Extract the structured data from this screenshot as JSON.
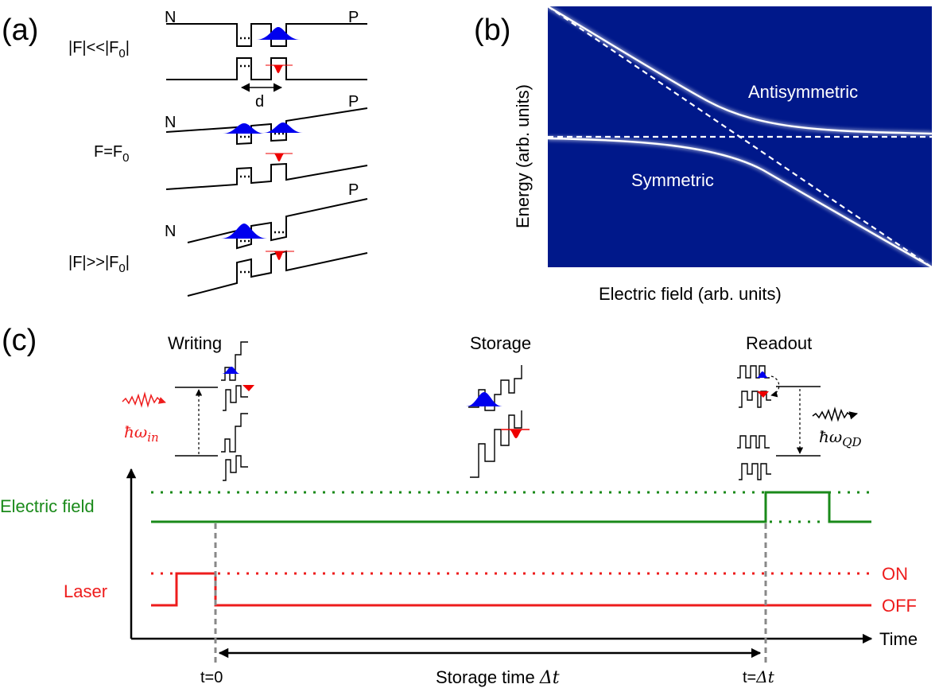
{
  "panels": {
    "a": {
      "label": "(a)",
      "n_label": "N",
      "p_label": "P",
      "d_label": "d",
      "cases": [
        {
          "text": "|F|<<|F",
          "sub": "0",
          "tail": "|"
        },
        {
          "text": "F=F",
          "sub": "0",
          "tail": ""
        },
        {
          "text": "|F|>>|F",
          "sub": "0",
          "tail": "|"
        }
      ]
    },
    "b": {
      "label": "(b)",
      "xlabel": "Electric field (arb. units)",
      "ylabel": "Energy (arb. units)",
      "branch_upper": "Antisymmetric",
      "branch_lower": "Symmetric"
    },
    "c": {
      "label": "(c)",
      "stages": [
        "Writing",
        "Storage",
        "Readout"
      ],
      "photon_in": "ħω",
      "photon_in_sub": "in",
      "photon_out": "ħω",
      "photon_out_sub": "QD",
      "traces": {
        "field_label": "Electric field",
        "laser_label": "Laser",
        "on_label": "ON",
        "off_label": "OFF",
        "time_label": "Time"
      },
      "t0_label": "t=0",
      "tdt_prefix": "t=",
      "tdt_symbol": "Δt",
      "storage_text": "Storage time ",
      "storage_symbol": "Δt"
    }
  },
  "colors": {
    "field": "#1a8a1a",
    "laser": "#ee1c1c",
    "electron": "#0000ee",
    "hole": "#ee0000",
    "plot_bg": "#00188a",
    "guide": "#888888"
  }
}
